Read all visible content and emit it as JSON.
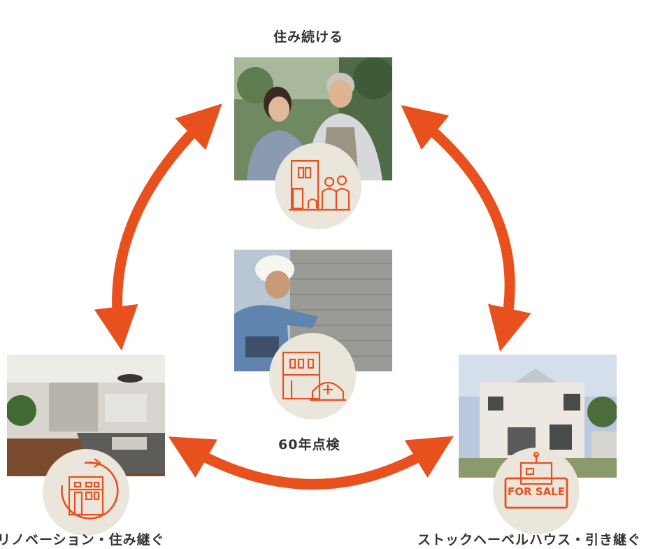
{
  "nodes": {
    "top": {
      "label": "住み続ける"
    },
    "center": {
      "label": "60年点検"
    },
    "left": {
      "label": "リノベーション・住み継ぐ"
    },
    "right": {
      "label": "ストックヘーベルハウス・引き継ぐ"
    }
  },
  "badges": {
    "top": {
      "icon": "house-and-couple-icon"
    },
    "center": {
      "icon": "house-and-hardhat-icon"
    },
    "left": {
      "icon": "house-renovation-cycle-icon"
    },
    "right": {
      "icon": "for-sale-sign-icon",
      "sign_text": "FOR SALE"
    }
  },
  "colors": {
    "accent": "#e8501e",
    "badge_bg": "#ebe6dc",
    "label_text": "#333333"
  }
}
